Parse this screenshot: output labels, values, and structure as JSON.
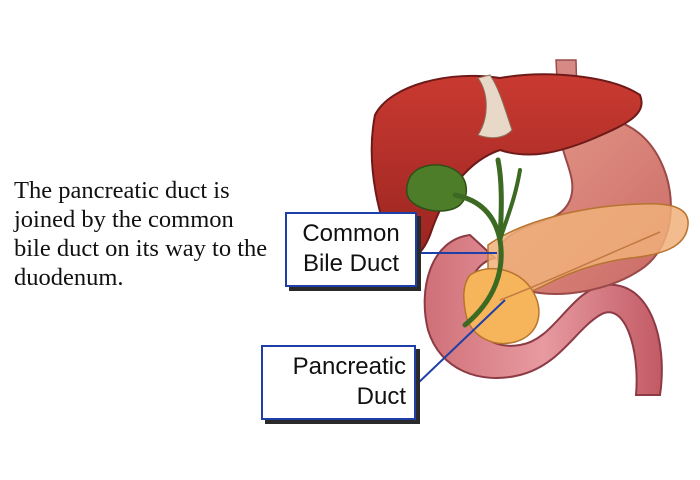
{
  "caption": "The pancreatic duct is joined by the common bile duct on its way to the duodenum.",
  "labels": {
    "common_bile_duct": [
      "Common",
      "Bile Duct"
    ],
    "pancreatic_duct": [
      "Pancreatic",
      "Duct"
    ]
  },
  "colors": {
    "liver": "#b8302a",
    "gallbladder": "#4e7d2a",
    "stomach": "#d98878",
    "duodenum": "#c7606a",
    "pancreas": "#f4b870",
    "label_border": "#1f3fa8"
  }
}
